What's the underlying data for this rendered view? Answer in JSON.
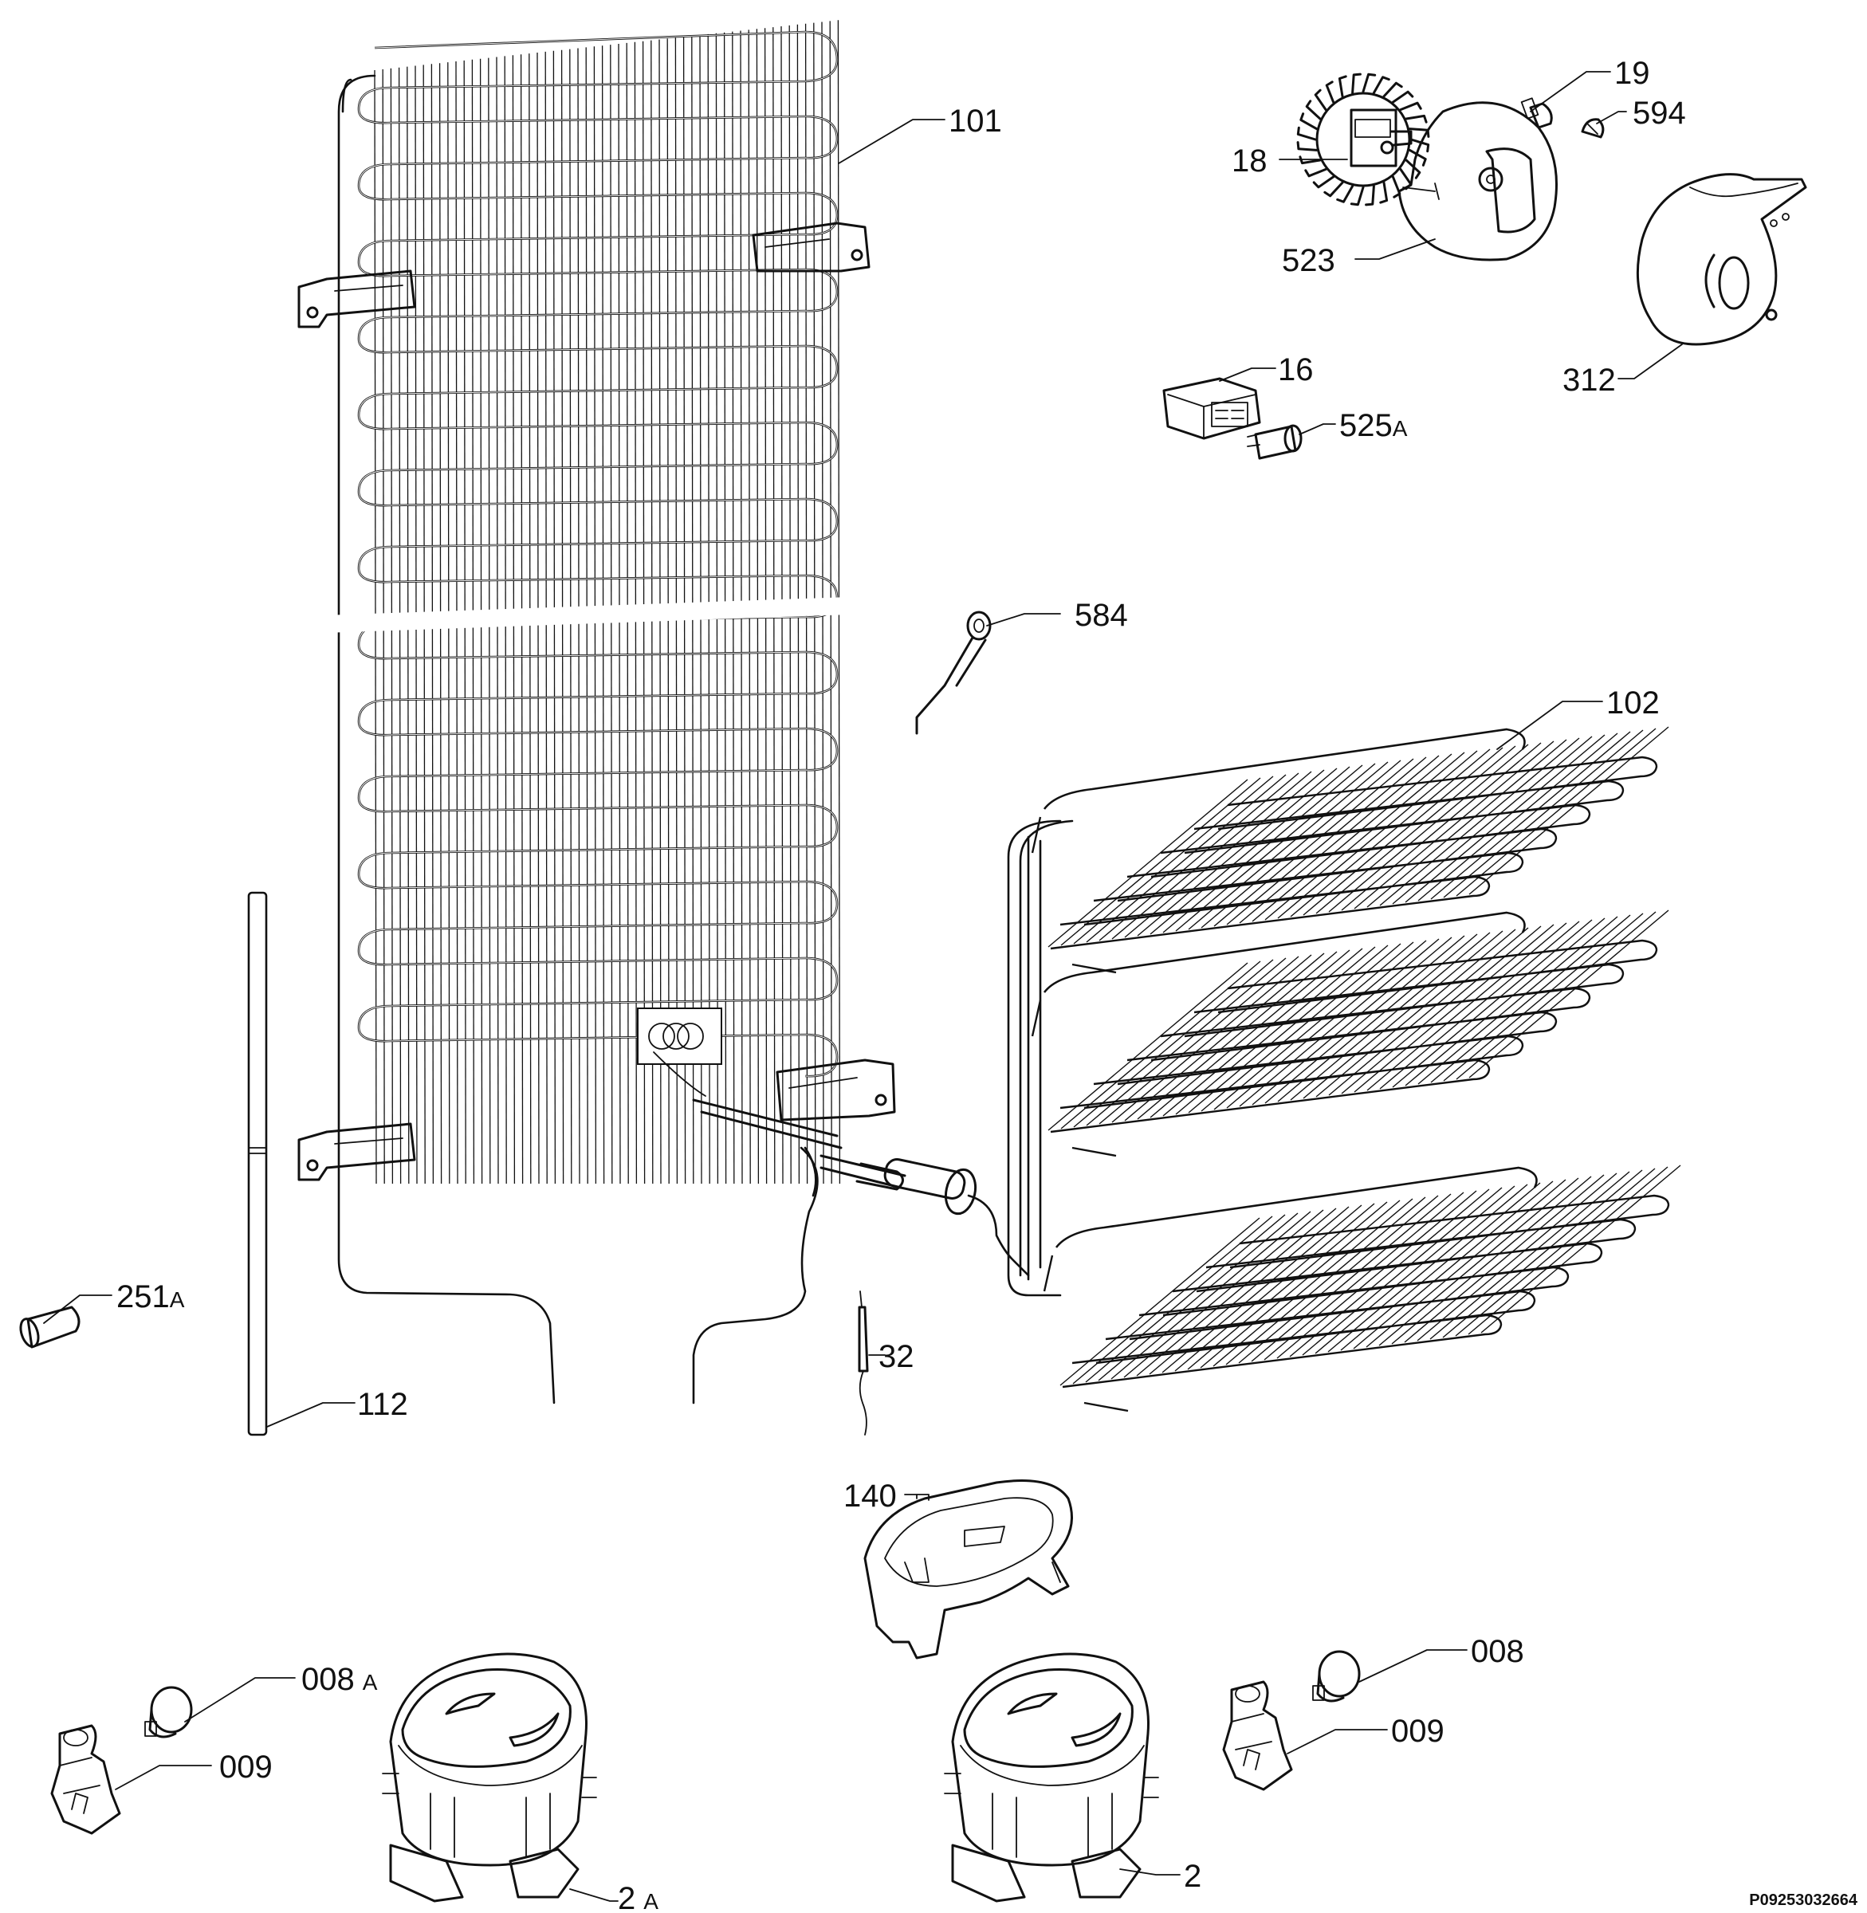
{
  "diagram": {
    "drawing_number": "P09253032664",
    "parts": [
      {
        "id": "p101",
        "number": "101"
      },
      {
        "id": "p102",
        "number": "102"
      },
      {
        "id": "p112",
        "number": "112"
      },
      {
        "id": "p251",
        "number": "251",
        "suffix": "A"
      },
      {
        "id": "p32",
        "number": "32"
      },
      {
        "id": "p584",
        "number": "584"
      },
      {
        "id": "p18",
        "number": "18"
      },
      {
        "id": "p19",
        "number": "19"
      },
      {
        "id": "p594",
        "number": "594"
      },
      {
        "id": "p523",
        "number": "523"
      },
      {
        "id": "p312",
        "number": "312"
      },
      {
        "id": "p16",
        "number": "16"
      },
      {
        "id": "p525",
        "number": "525",
        "suffix": "A"
      },
      {
        "id": "p140",
        "number": "140"
      },
      {
        "id": "p008a",
        "number": "008",
        "suffix": "A"
      },
      {
        "id": "p009l",
        "number": "009"
      },
      {
        "id": "p2a",
        "number": "2",
        "suffix": "A"
      },
      {
        "id": "p2",
        "number": "2"
      },
      {
        "id": "p008",
        "number": "008"
      },
      {
        "id": "p009r",
        "number": "009"
      }
    ]
  }
}
